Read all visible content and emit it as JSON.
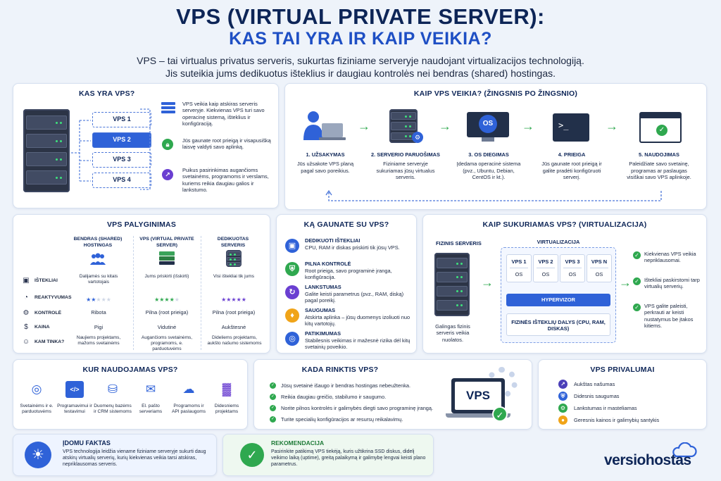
{
  "header": {
    "title_line1": "VPS (VIRTUAL PRIVATE SERVER):",
    "title_line2": "KAS TAI YRA IR KAIP VEIKIA?",
    "subtitle_line1": "VPS – tai virtualus privatus serveris, sukurtas fiziniame serveryje naudojant virtualizacijos technologiją.",
    "subtitle_line2": "Jis suteikia jums dedikuotus išteklius ir daugiau kontrolės nei bendras (shared) hostingas."
  },
  "what_is": {
    "title": "KAS YRA VPS?",
    "vps_labels": [
      "VPS 1",
      "VPS 2",
      "VPS 3",
      "VPS 4"
    ],
    "points": [
      {
        "icon": "server-icon",
        "text": "VPS veikia kaip atskiras serveris serveryje. Kiekvienas VPS turi savo operacinę sistemą, išteklius ir konfigūraciją."
      },
      {
        "icon": "lock-icon",
        "text": "Jūs gaunate root prieigą ir visapusišką laisvę valdyti savo aplinką."
      },
      {
        "icon": "chart-icon",
        "text": "Puikus pasirinkimas augančioms svetainėms, programoms ir verslams, kuriems reikia daugiau galios ir lankstumo."
      }
    ]
  },
  "how_works": {
    "title": "KAIP VPS VEIKIA? (ŽINGSNIS PO ŽINGSNIO)",
    "os_label": "OS",
    "steps": [
      {
        "title": "1. UŽSAKYMAS",
        "text": "Jūs užsakote VPS planą pagal savo poreikius."
      },
      {
        "title": "2. SERVERIO PARUOŠIMAS",
        "text": "Fiziniame serveryje sukuriamas jūsų virtualus serveris."
      },
      {
        "title": "3. OS DIEGIMAS",
        "text": "Įdedama operacinė sistema (pvz., Ubuntu, Debian, CentOS ir kt.)."
      },
      {
        "title": "4. PRIEIGA",
        "text": "Jūs gaunate root prieigą ir galite pradėti konfigūruoti serverį."
      },
      {
        "title": "5. NAUDOJIMAS",
        "text": "Paleidžiate savo svetainę, programas ar paslaugas visiškai savo VPS aplinkoje."
      }
    ]
  },
  "compare": {
    "title": "VPS PALYGINIMAS",
    "columns": [
      {
        "name": "BENDRAS (SHARED) HOSTINGAS",
        "desc": "Dalijamės su kitais vartotojais"
      },
      {
        "name": "VPS (VIRTUAL PRIVATE SERVER)",
        "desc": "Jums priskirti (išskirti)"
      },
      {
        "name": "DEDIKUOTAS SERVERIS",
        "desc": "Visi ištekliai tik jums"
      }
    ],
    "rows": [
      {
        "label": "IŠTEKLIAI",
        "icon": "cpu-icon"
      },
      {
        "label": "REAKTYVUMAS",
        "icon": "speed-icon",
        "ratings": [
          2,
          4,
          5
        ]
      },
      {
        "label": "KONTROLĖ",
        "icon": "gear-icon",
        "values": [
          "Ribota",
          "Pilna (root prieiga)",
          "Pilna (root prieiga)"
        ]
      },
      {
        "label": "KAINA",
        "icon": "money-icon",
        "values": [
          "Pigi",
          "Vidutinė",
          "Aukštesnė"
        ]
      },
      {
        "label": "KAM TINKA?",
        "icon": "users-icon",
        "values": [
          "Naujiems projektams, mažoms svetainėms",
          "Augančioms svetainėms, programoms, e. parduotuvėms",
          "Dideliems projektams, aukšto našumo sistemoms"
        ]
      }
    ]
  },
  "get": {
    "title": "KĄ GAUNATE SU VPS?",
    "items": [
      {
        "title": "DEDIKUOTI IŠTEKLIAI",
        "text": "CPU, RAM ir diskas priskirti tik jūsų VPS.",
        "color": "#2f62d8",
        "icon": "cpu-icon"
      },
      {
        "title": "PILNA KONTROLĖ",
        "text": "Root prieiga, savo programinė įranga, konfigūracija.",
        "color": "#2fa84f",
        "icon": "shield-icon"
      },
      {
        "title": "LANKSTUMAS",
        "text": "Galite keisti parametrus (pvz., RAM, diską) pagal poreikį.",
        "color": "#6a3fd1",
        "icon": "refresh-icon"
      },
      {
        "title": "SAUGUMAS",
        "text": "Atskirta aplinka – jūsų duomenys izoliuoti nuo kitų vartotojų.",
        "color": "#f0a419",
        "icon": "flame-icon"
      },
      {
        "title": "PATIKIMUMAS",
        "text": "Stabilesnis veikimas ir mažesnė rizika dėl kitų svetainių poveikio.",
        "color": "#2f62d8",
        "icon": "globe-icon"
      }
    ]
  },
  "virt": {
    "title": "KAIP SUKURIAMAS VPS? (VIRTUALIZACIJA)",
    "physical_label": "FIZINIS SERVERIS",
    "physical_caption": "Galingas fizinis serveris veikia nuolatos.",
    "virt_label": "VIRTUALIZACIJA",
    "vms": [
      "VPS 1",
      "VPS 2",
      "VPS 3",
      "VPS N"
    ],
    "os": "OS",
    "hypervisor": "HYPERVIZOR",
    "resources": "FIZINĖS IŠTEKLIŲ DALYS (CPU, RAM, DISKAS)",
    "notes": [
      "Kiekvienas VPS veikia nepriklausomai.",
      "Ištekliai paskirstomi tarp virtualių serverių.",
      "VPS galite paleisti, perkrauti ar keisti nustatymus be įtakos kitiems."
    ]
  },
  "where": {
    "title": "KUR NAUDOJAMAS VPS?",
    "items": [
      {
        "label": "Svetainėms ir e. parduotuvėms",
        "icon": "globe-icon"
      },
      {
        "label": "Programavimui ir testavimui",
        "icon": "code-icon"
      },
      {
        "label": "Duomenų bazėms ir CRM sistemoms",
        "icon": "database-icon"
      },
      {
        "label": "El. pašto serveriams",
        "icon": "mail-icon"
      },
      {
        "label": "Programoms ir API paslaugoms",
        "icon": "cloud-icon"
      },
      {
        "label": "Didesniems projektams",
        "icon": "building-icon"
      }
    ]
  },
  "when": {
    "title": "KADA RINKTIS VPS?",
    "items": [
      "Jūsų svetainė išaugo ir bendras hostingas nebeužtenka.",
      "Reikia daugiau greičio, stabilumo ir saugumo.",
      "Norite pilnos kontrolės ir galimybės diegti savo programinę įrangą.",
      "Turite specialių konfigūracijos ar resursų reikalavimų."
    ],
    "laptop_label": "VPS"
  },
  "adv": {
    "title": "VPS PRIVALUMAI",
    "items": [
      {
        "label": "Aukštas našumas",
        "icon": "rocket-icon",
        "color": "#4b3fb8"
      },
      {
        "label": "Didesnis saugumas",
        "icon": "shield-icon",
        "color": "#2f62d8"
      },
      {
        "label": "Lankstumas ir masteliamas",
        "icon": "gear-icon",
        "color": "#2fa84f"
      },
      {
        "label": "Geresnis kainos ir galimybių santykis",
        "icon": "coins-icon",
        "color": "#f0a419"
      }
    ]
  },
  "fact": {
    "title": "ĮDOMU FAKTAS",
    "text": "VPS technologija leidžia viename fiziniame serveryje sukurti daug atskirų virtualių serverių, kurių kiekvienas veikia tarsi atskiras, nepriklausomas serveris."
  },
  "rec": {
    "title": "REKOMENDACIJA",
    "text": "Pasirinkite patikimą VPS tiekėją, kuris užtikrina SSD diskus, didelį veikimo laiką (uptime), greitą palaikymą ir galimybę lengvai keisti plano parametrus."
  },
  "brand": {
    "name": "versiohostas"
  },
  "colors": {
    "navy": "#0d2557",
    "accent": "#1e4fc4",
    "green": "#2fa84f",
    "purple": "#6a3fd1",
    "orange": "#f0a419"
  }
}
